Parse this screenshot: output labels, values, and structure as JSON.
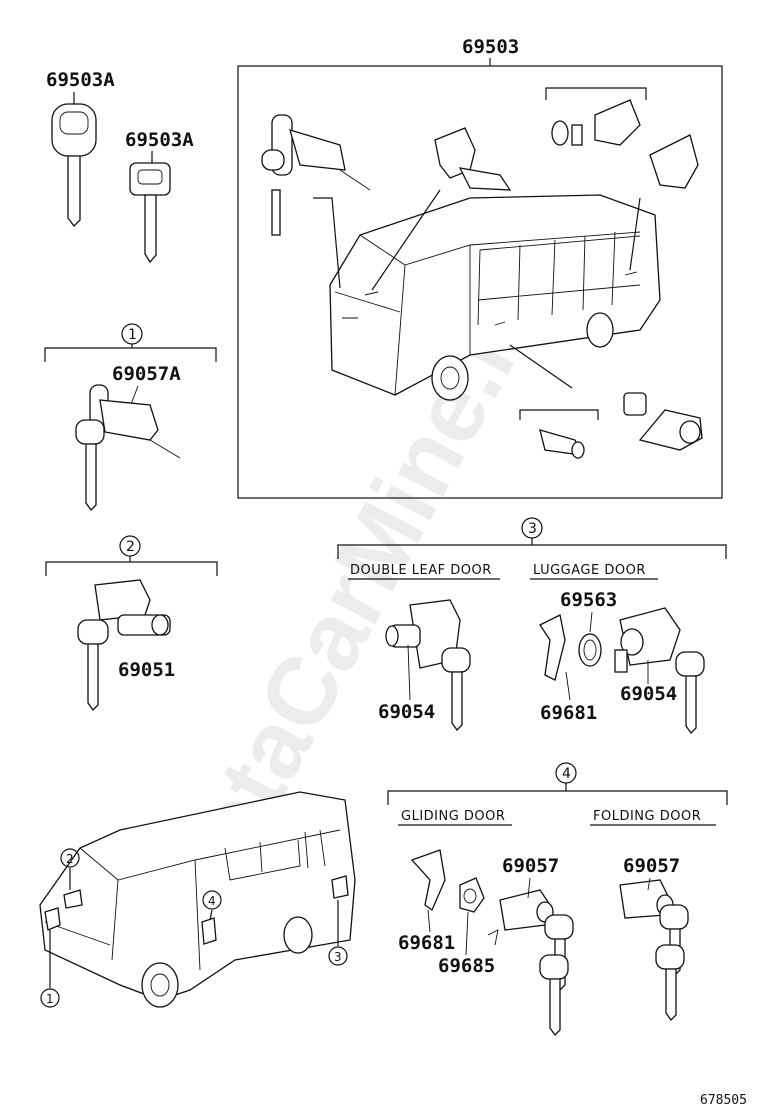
{
  "watermark": "ToyotaCarMine.ru",
  "figure_number": "678505",
  "callouts": {
    "set": "69503",
    "key_a1": "69503A",
    "key_a2": "69503A",
    "c1_part": "69057A",
    "c2_part": "69051",
    "c3_dl_part": "69054",
    "c3_lg_part1": "69563",
    "c3_lg_part2": "69681",
    "c3_lg_part3": "69054",
    "c4_gl_part1": "69057",
    "c4_gl_part2": "69681",
    "c4_gl_part3": "69685",
    "c4_fd_part": "69057"
  },
  "groups": {
    "g1": "1",
    "g2": "2",
    "g3": "3",
    "g4": "4"
  },
  "section_labels": {
    "double_leaf": "DOUBLE LEAF DOOR",
    "luggage": "LUGGAGE DOOR",
    "gliding": "GLIDING DOOR",
    "folding": "FOLDING DOOR"
  },
  "van_markers": {
    "m1": "1",
    "m2": "2",
    "m3": "3",
    "m4": "4"
  }
}
